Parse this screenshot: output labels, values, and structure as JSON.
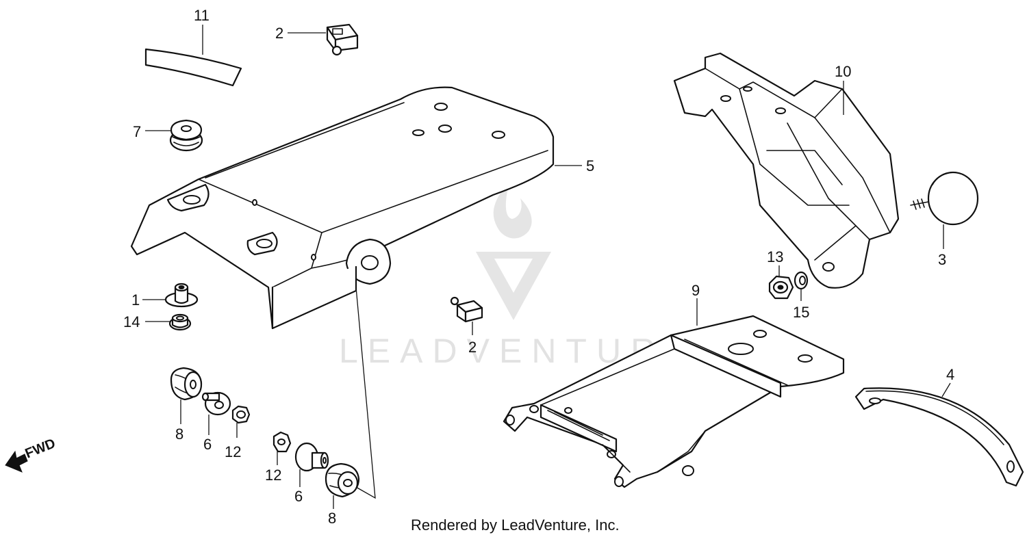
{
  "watermark": {
    "brand": "LEADVENTURE"
  },
  "direction_label": "FWD",
  "credit": "Rendered by LeadVenture, Inc.",
  "callouts": {
    "p1": "1",
    "p2a": "2",
    "p2b": "2",
    "p3": "3",
    "p4": "4",
    "p5": "5",
    "p6a": "6",
    "p6b": "6",
    "p7": "7",
    "p8a": "8",
    "p8b": "8",
    "p9": "9",
    "p10": "10",
    "p11": "11",
    "p12a": "12",
    "p12b": "12",
    "p13": "13",
    "p14": "14",
    "p15": "15"
  }
}
